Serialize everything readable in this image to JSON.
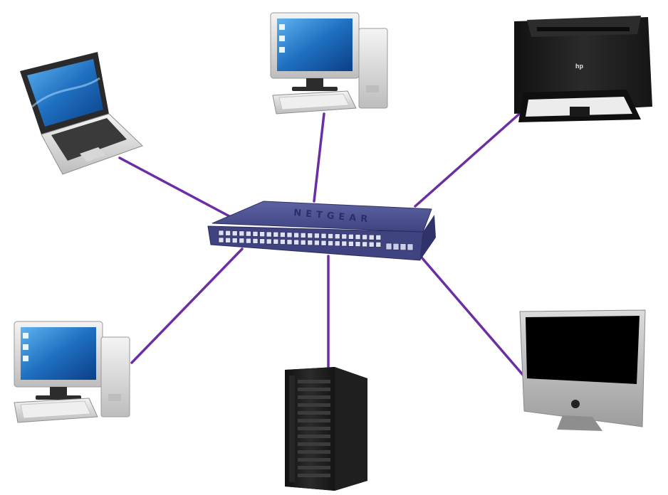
{
  "diagram": {
    "type": "star-network-topology",
    "hub": {
      "id": "switch",
      "icon": "network-switch-icon",
      "brand_label": "NETGEAR"
    },
    "nodes": [
      {
        "id": "laptop",
        "icon": "laptop-icon"
      },
      {
        "id": "desktop-top",
        "icon": "desktop-computer-icon"
      },
      {
        "id": "printer",
        "icon": "printer-icon",
        "brand_label": "hp"
      },
      {
        "id": "desktop-left",
        "icon": "desktop-computer-icon"
      },
      {
        "id": "server",
        "icon": "server-tower-icon"
      },
      {
        "id": "imac",
        "icon": "imac-monitor-icon"
      }
    ],
    "links": [
      {
        "from": "switch",
        "to": "laptop"
      },
      {
        "from": "switch",
        "to": "desktop-top"
      },
      {
        "from": "switch",
        "to": "printer"
      },
      {
        "from": "switch",
        "to": "desktop-left"
      },
      {
        "from": "switch",
        "to": "server"
      },
      {
        "from": "switch",
        "to": "imac"
      }
    ],
    "colors": {
      "link": "#6b2fa3",
      "switch_body": "#4a4f8f",
      "screen_blue": "#1f6fc0",
      "device_dark": "#1c1c1c",
      "device_light": "#e6e6e6"
    }
  }
}
